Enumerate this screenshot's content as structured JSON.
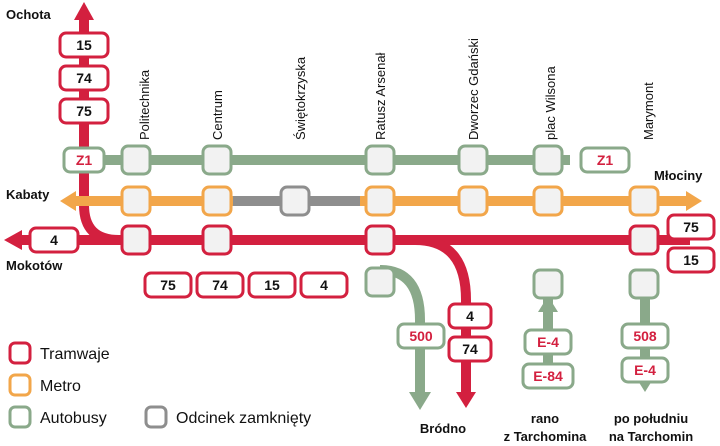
{
  "colors": {
    "tram": "#d3203f",
    "metro": "#f2a64a",
    "bus": "#8aa98a",
    "closed": "#8e8e8e",
    "stop_fill": "#f2f2f2"
  },
  "stations": [
    "Politechnika",
    "Centrum",
    "Świętokrzyska",
    "Ratusz Arsenał",
    "Dworzec Gdański",
    "plac Wilsona",
    "Marymont"
  ],
  "directions": {
    "ochota": "Ochota",
    "kabaty": "Kabaty",
    "mokotow": "Mokotów",
    "mlociny": "Młociny",
    "brodno": "Bródno",
    "tarchomin_morning_1": "rano",
    "tarchomin_morning_2": "z Tarchomina",
    "tarchomin_afternoon_1": "po południu",
    "tarchomin_afternoon_2": "na Tarchomin"
  },
  "routes": {
    "ochota_trams": [
      "15",
      "74",
      "75"
    ],
    "bus_left": "Z1",
    "bus_right": "Z1",
    "mokotow_tram": "4",
    "below_trams": [
      "75",
      "74",
      "15",
      "4"
    ],
    "right_trams": [
      "75",
      "15"
    ],
    "brodno_bus": "500",
    "brodno_trams": [
      "4",
      "74"
    ],
    "wilson_buses": [
      "E-4",
      "E-84"
    ],
    "marymont_buses": [
      "508",
      "E-4"
    ]
  },
  "legend": {
    "tram": "Tramwaje",
    "metro": "Metro",
    "bus": "Autobusy",
    "closed": "Odcinek zamknięty"
  }
}
